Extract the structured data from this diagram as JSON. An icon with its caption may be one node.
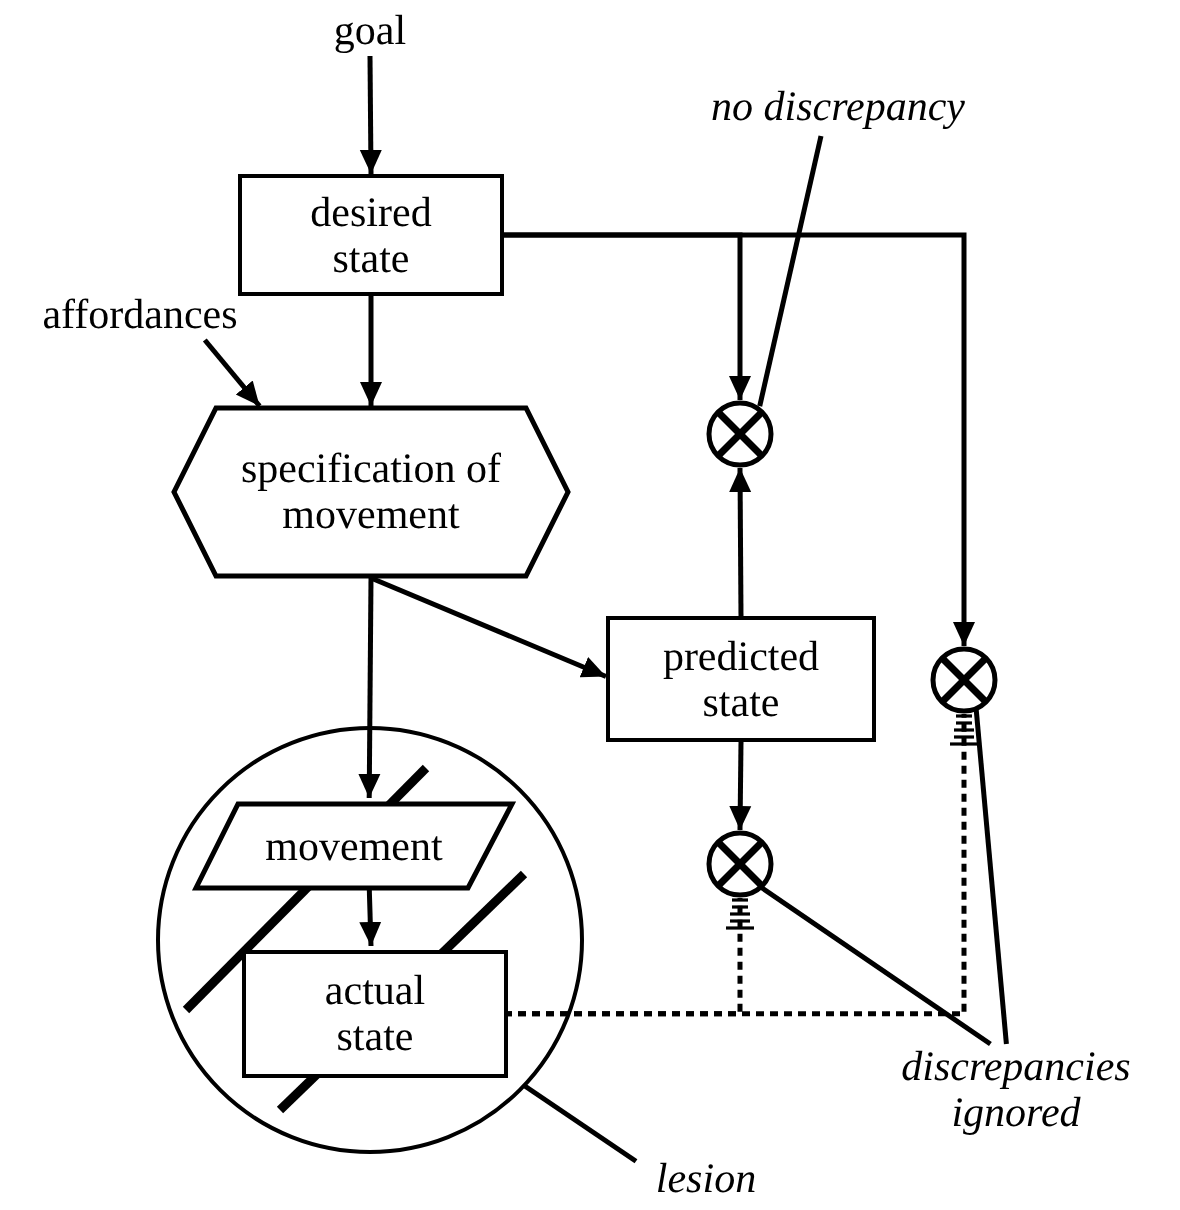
{
  "diagram": {
    "nodes": [
      {
        "text": [
          "goal"
        ]
      },
      {
        "text": [
          "desired state"
        ]
      },
      {
        "text": [
          "affordances"
        ]
      },
      {
        "text": [
          "specification of movement"
        ]
      },
      {
        "text": [
          "no discrepancy"
        ]
      },
      {
        "text": [],
        "shape": "circle"
      },
      {
        "text": [
          "predicted state"
        ]
      },
      {
        "text": [],
        "shape": "circle"
      },
      {
        "text": [],
        "shape": "circle"
      },
      {
        "text": [
          "movement"
        ],
        "in": 8
      },
      {
        "text": [
          "actual state"
        ],
        "in": 8
      },
      {
        "text": [],
        "shape": "circle"
      },
      {
        "text": [
          "discrepancies ignored"
        ]
      },
      {
        "text": [
          "lesion"
        ]
      }
    ],
    "edges": [
      {
        "from": 0,
        "to": 1,
        "arrow": "to"
      },
      {
        "from": 1,
        "to": 3,
        "arrow": "to"
      },
      {
        "from": 2,
        "to": 3,
        "arrow": "to"
      },
      {
        "from": 1,
        "to": 5,
        "arrow": "to"
      },
      {
        "from": 1,
        "to": 7,
        "arrow": "to"
      },
      {
        "from": 3,
        "to": 6,
        "arrow": "to"
      },
      {
        "from": 3,
        "to": 9,
        "arrow": "to"
      },
      {
        "from": 6,
        "to": 5,
        "arrow": "to"
      },
      {
        "from": 6,
        "to": 11,
        "arrow": "to"
      },
      {
        "from": 9,
        "to": 10,
        "arrow": "to"
      },
      {
        "from": 10,
        "to": 11,
        "arrow": "other",
        "style": "dashed"
      },
      {
        "from": 10,
        "to": 7,
        "arrow": "other",
        "style": "dashed"
      },
      {
        "from": 4,
        "to": 5,
        "arrow": "none"
      },
      {
        "from": 12,
        "to": 11,
        "arrow": "none"
      },
      {
        "from": 12,
        "to": 7,
        "arrow": "none"
      },
      {
        "from": 13,
        "to": 8,
        "arrow": "none"
      }
    ]
  }
}
